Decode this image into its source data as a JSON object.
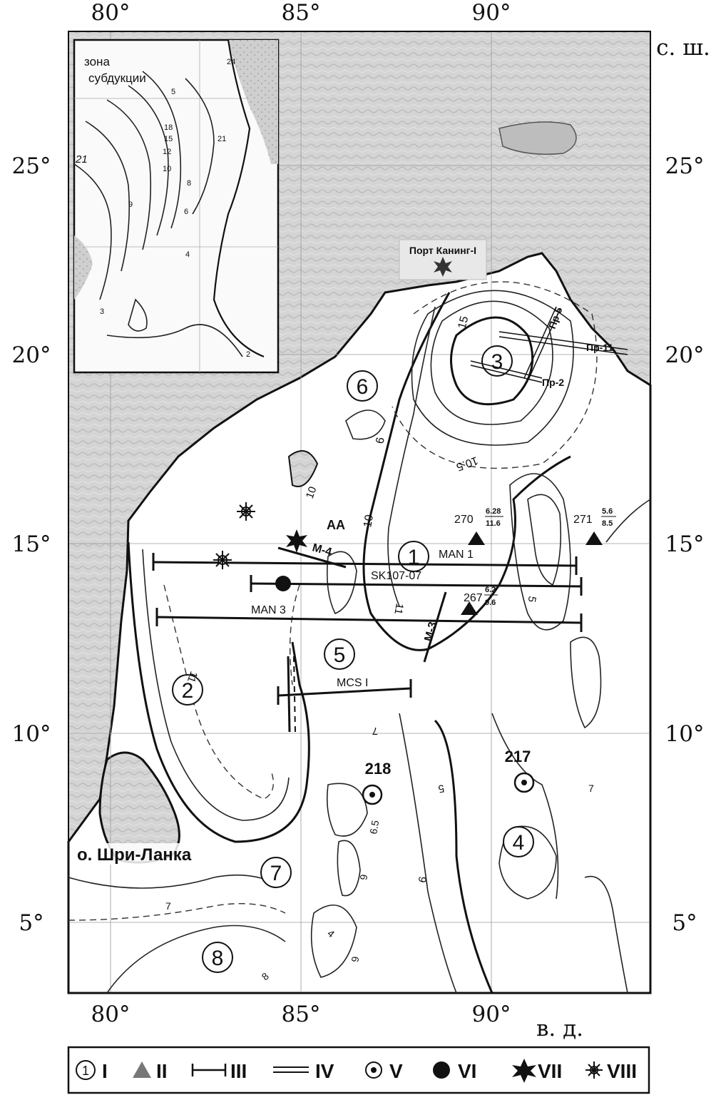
{
  "axes": {
    "lon_top": [
      "80°",
      "85°",
      "90°"
    ],
    "lon_bottom": [
      "80°",
      "85°",
      "90°"
    ],
    "lat_left": [
      "25°",
      "20°",
      "15°",
      "10°",
      "5°"
    ],
    "lat_right": [
      "25°",
      "20°",
      "15°",
      "10°",
      "5°"
    ],
    "lat_unit": "с. ш.",
    "lon_unit": "в. д."
  },
  "inset": {
    "subduction_label_1": "зона",
    "subduction_label_2": "субдукции",
    "contour_labels": [
      "21",
      "24",
      "5",
      "18",
      "15",
      "12",
      "10",
      "8",
      "6",
      "21",
      "9",
      "3",
      "2",
      "4"
    ]
  },
  "place_labels": {
    "port": "Порт Канинг-I",
    "island": "о. Шри-Ланка"
  },
  "regions": [
    "1",
    "2",
    "3",
    "4",
    "5",
    "6",
    "7",
    "8"
  ],
  "profiles": {
    "pr5": "Пр-5",
    "pr11": "Пр-11",
    "pr2": "Пр-2",
    "aa": "AA",
    "m4": "M-4",
    "m3": "M-3",
    "man1": "MAN 1",
    "sk": "SK107-07",
    "man3": "MAN 3",
    "mcs": "MCS I"
  },
  "stations": [
    {
      "id": "270",
      "top": "6.28",
      "bottom": "11.6"
    },
    {
      "id": "271",
      "top": "5.6",
      "bottom": "8.5"
    },
    {
      "id": "267",
      "top": "6.2",
      "bottom": "9.6"
    }
  ],
  "wells": [
    "218",
    "217"
  ],
  "contour_values": [
    "15",
    "10.5",
    "9",
    "10",
    "10",
    "11",
    "11",
    "5",
    "7",
    "5",
    "6.5",
    "6",
    "9",
    "4",
    "6",
    "7",
    "8",
    "7"
  ],
  "legend": [
    {
      "symbol": "1",
      "label": "I"
    },
    {
      "symbol": "triangle",
      "label": "II"
    },
    {
      "symbol": "bar",
      "label": "III"
    },
    {
      "symbol": "double-line",
      "label": "IV"
    },
    {
      "symbol": "ring-dot",
      "label": "V"
    },
    {
      "symbol": "dot",
      "label": "VI"
    },
    {
      "symbol": "star",
      "label": "VII"
    },
    {
      "symbol": "burst",
      "label": "VIII"
    }
  ]
}
